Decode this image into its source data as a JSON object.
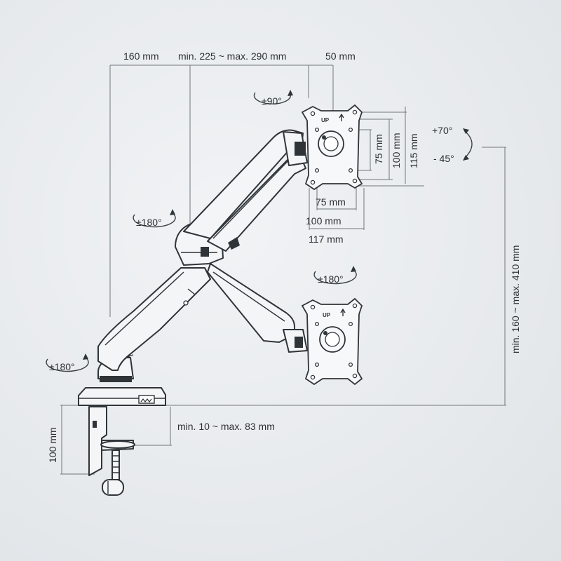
{
  "dimensions": {
    "clamp_offset": "160 mm",
    "arm_reach": "min. 225 ~ max. 290 mm",
    "head_depth": "50 mm",
    "vesa_75_h": "75 mm",
    "vesa_100_h": "100 mm",
    "plate_115_h": "115 mm",
    "vesa_75_w": "75 mm",
    "vesa_100_w": "100 mm",
    "plate_117_w": "117 mm",
    "height_range": "min. 160 ~ max. 410 mm",
    "desk_thickness": "min. 10 ~ max. 83 mm",
    "clamp_height": "100 mm"
  },
  "rotations": {
    "rotate_plate": "±90°",
    "tilt_up": "+70°",
    "tilt_down": "- 45°",
    "swivel_upper": "±180°",
    "swivel_head": "±180°",
    "swivel_base": "±180°"
  },
  "plate_marks": {
    "up_top": "UP",
    "up_bottom": "UP"
  },
  "colors": {
    "line": "#2f3438",
    "dimension": "#6f767c",
    "background": "#e9ecef"
  }
}
